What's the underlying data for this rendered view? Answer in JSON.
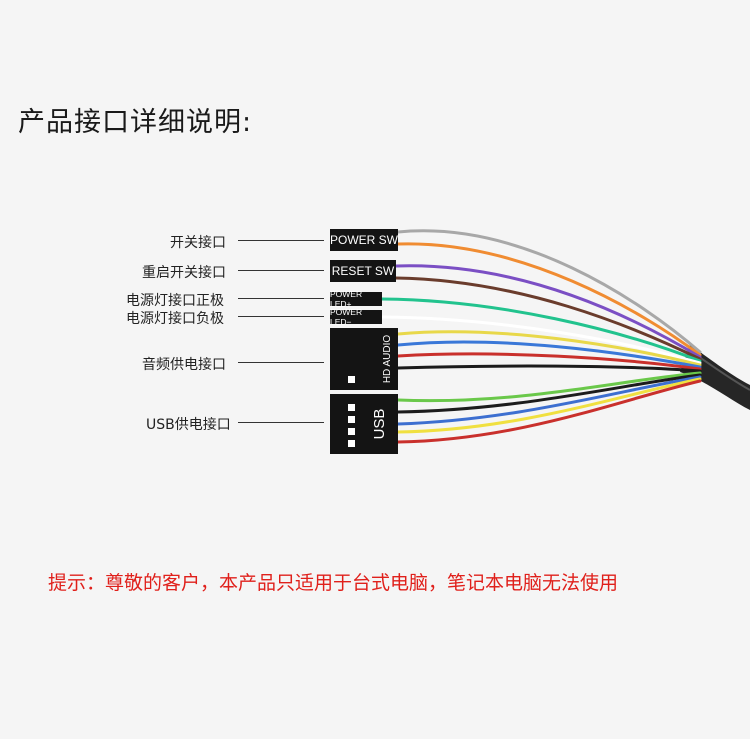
{
  "title": "产品接口详细说明:",
  "interfaces": {
    "power_sw": {
      "label": "开关接口",
      "connector": "POWER SW"
    },
    "reset_sw": {
      "label": "重启开关接口",
      "connector": "RESET SW"
    },
    "power_led_pos": {
      "label": "电源灯接口正极",
      "connector": "POWER LED+"
    },
    "power_led_neg": {
      "label": "电源灯接口负极",
      "connector": "POWER LED−"
    },
    "hd_audio": {
      "label": "音频供电接口",
      "connector": "HD AUDIO"
    },
    "usb": {
      "label": "USB供电接口",
      "connector": "USB"
    }
  },
  "notice": "提示：尊敬的客户，本产品只适用于台式电脑，笔记本电脑无法使用",
  "colors": {
    "connector_body": "#141414",
    "notice_text": "#e0201b",
    "cable_jacket": "#2a2a2a",
    "wires": [
      "#a8a8a8",
      "#f08c32",
      "#7b4fc4",
      "#6a3c2c",
      "#22c38e",
      "#ffffff",
      "#e8d84a",
      "#3a78d8",
      "#c9302c",
      "#1c1c1c",
      "#6ac84a",
      "#3d6fd0",
      "#f0e040"
    ]
  }
}
